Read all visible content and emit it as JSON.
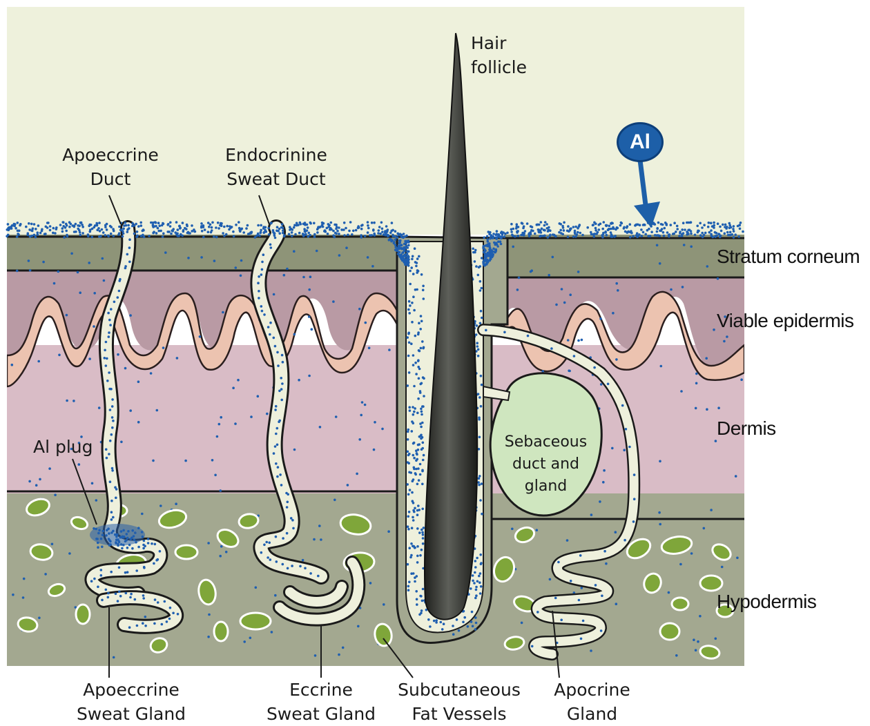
{
  "top_labels": {
    "hair_follicle": [
      "Hair",
      "follicle"
    ],
    "apoeccrine_duct": [
      "Apoeccrine",
      "Duct"
    ],
    "endocrinine_duct": [
      "Endocrinine",
      "Sweat Duct"
    ],
    "ai_plug": "Al plug"
  },
  "ai_badge": "Al",
  "layers": {
    "stratum_corneum": "Stratum corneum",
    "viable_epidermis": "Viable epidermis",
    "dermis": "Dermis",
    "hypodermis": "Hypodermis"
  },
  "sebaceous": [
    "Sebaceous",
    "duct and",
    "gland"
  ],
  "bottom_labels": {
    "apoeccrine_gland": [
      "Apoeccrine",
      "Sweat Gland"
    ],
    "eccrine_gland": [
      "Eccrine",
      "Sweat Gland"
    ],
    "fat_vessels": [
      "Subcutaneous",
      "Fat Vessels"
    ],
    "apocrine_gland": [
      "Apocrine",
      "Gland"
    ]
  },
  "colors": {
    "sky": "#eef1dc",
    "corneum": "#8e9478",
    "epidermis": "#b99aa4",
    "papillae": "#ecc3b0",
    "dermis": "#d9bcc6",
    "hypodermis": "#a3a890",
    "fat": "#7fa63a",
    "dots": "#1f5fb0",
    "duct": "#eef0dc",
    "hair": "#2f302c",
    "gland": "#cfe6bf",
    "arrow": "#1d5fa8"
  }
}
